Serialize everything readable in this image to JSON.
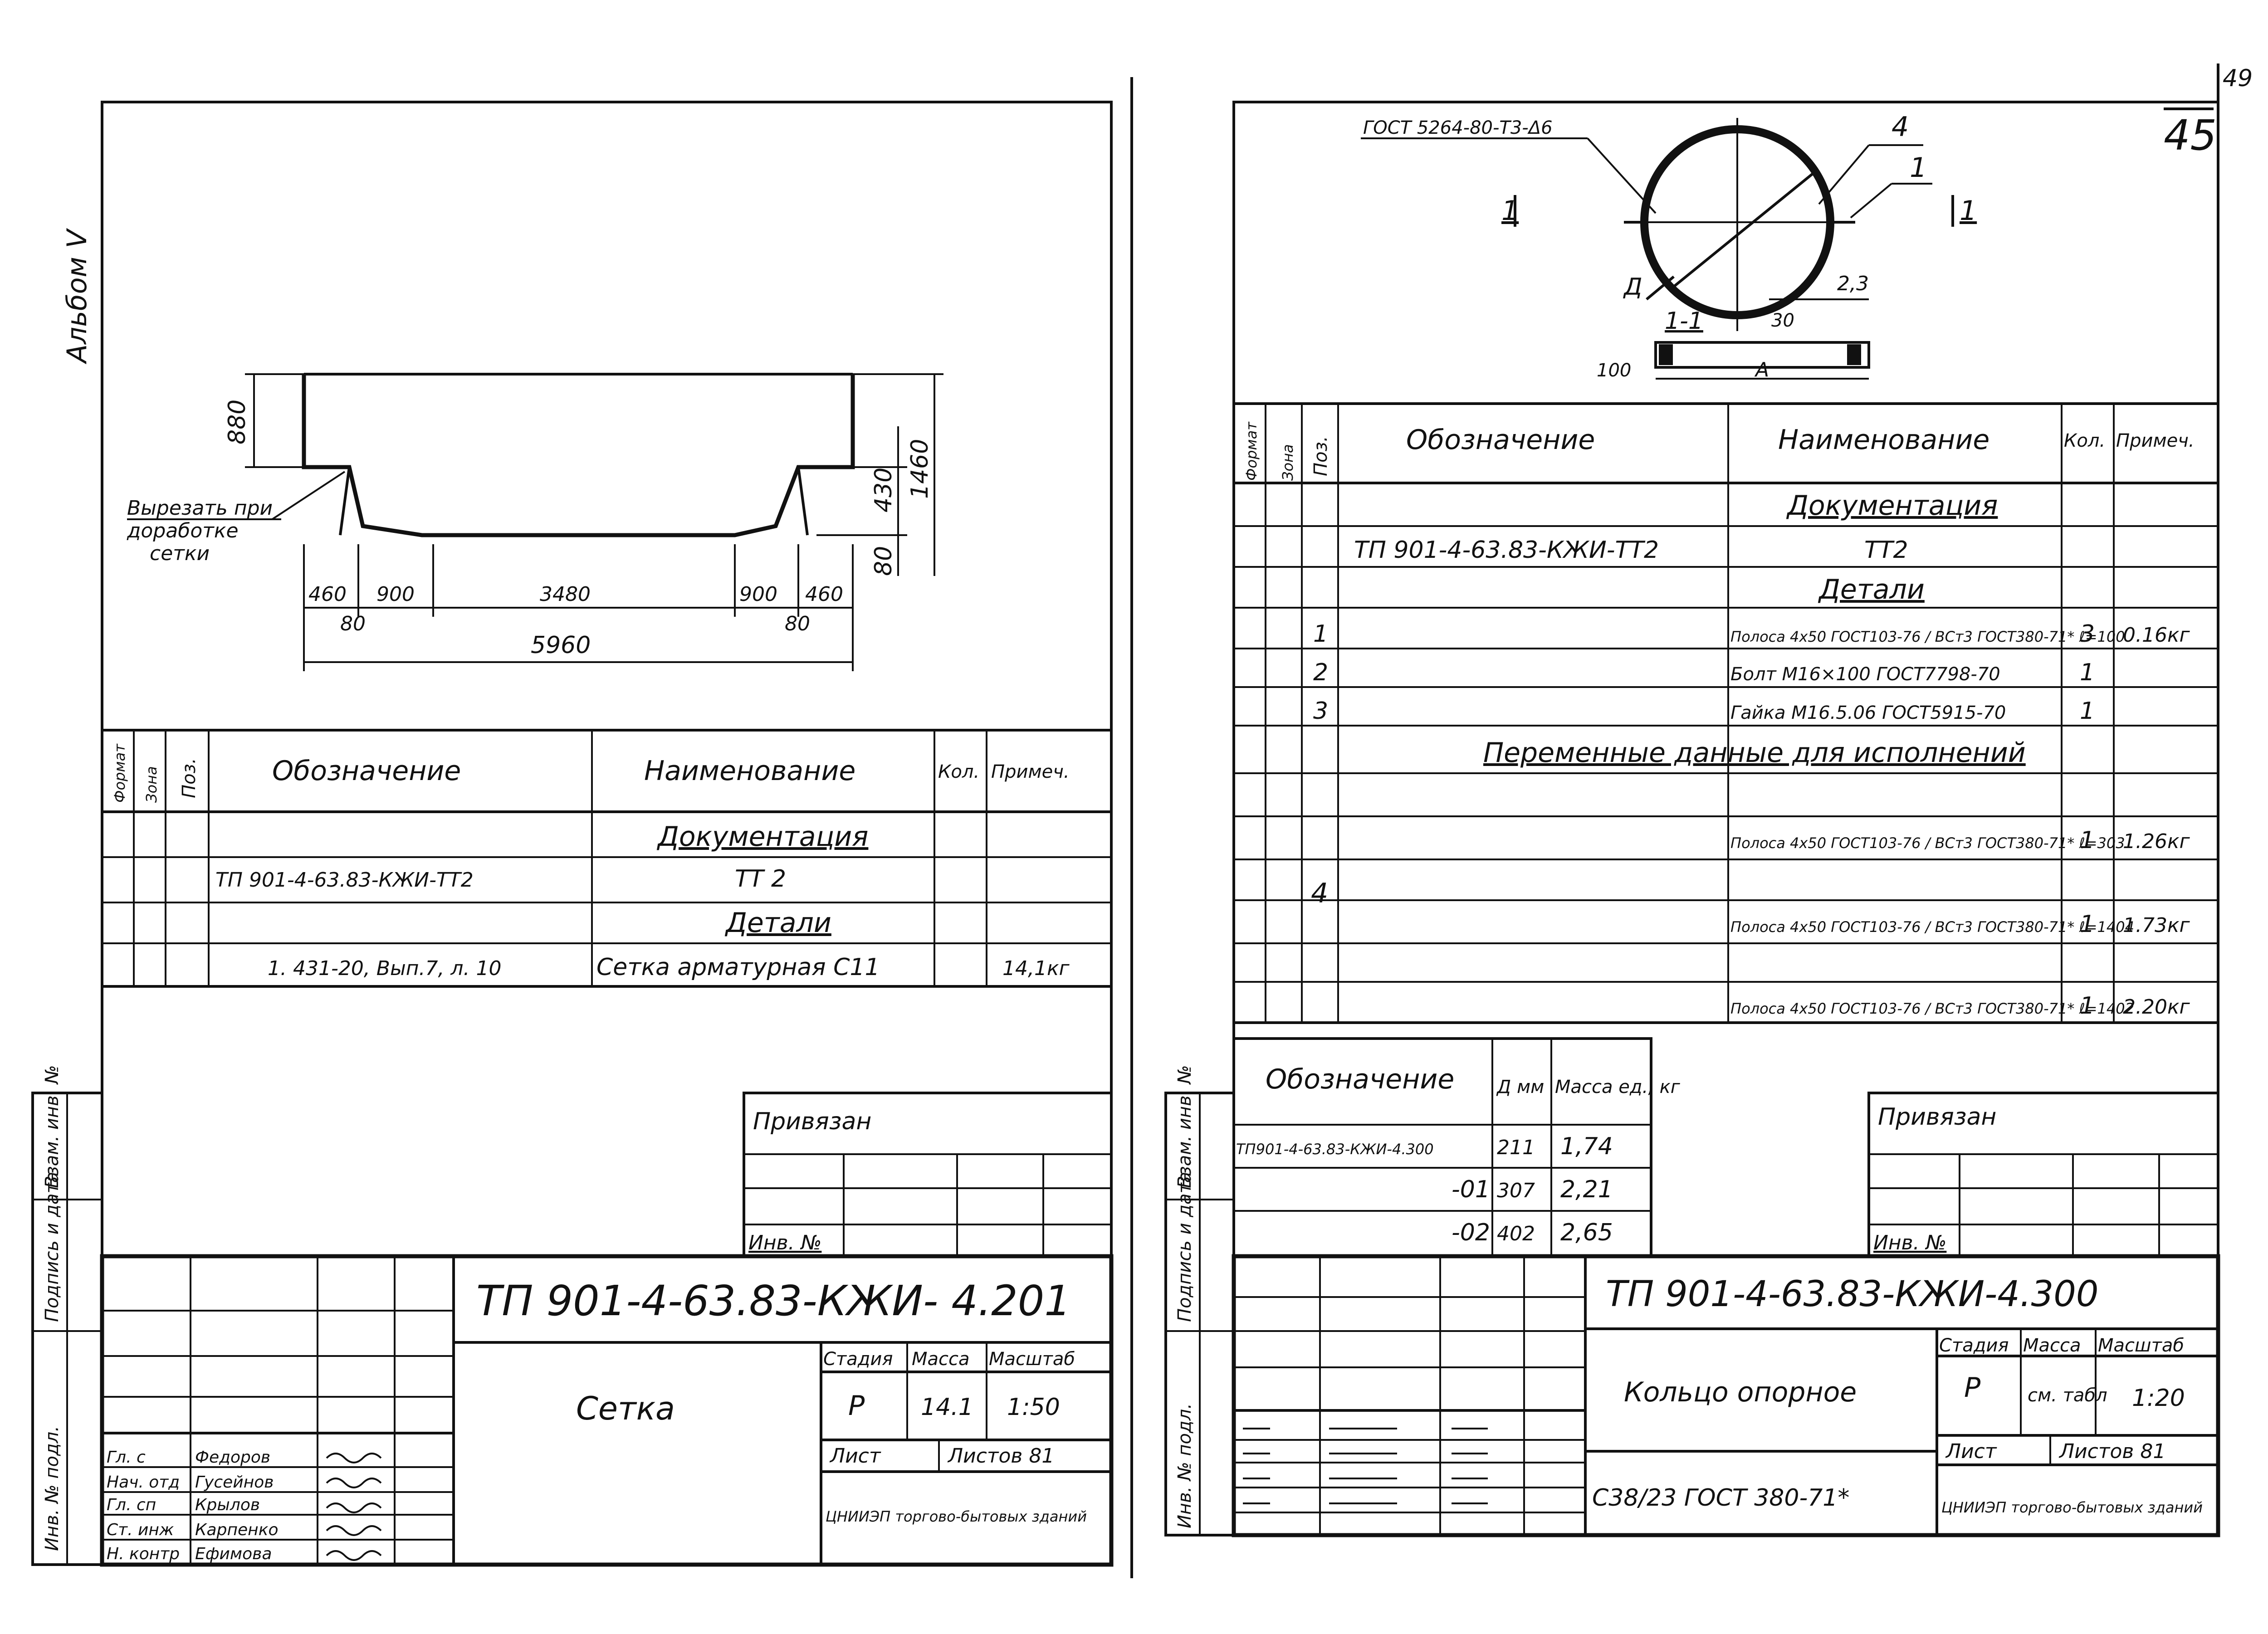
{
  "album_label": "Альбом V",
  "page_number": "45",
  "page_number_corner": "49",
  "left_sheet": {
    "drawing": {
      "note": [
        "Вырезать при",
        "доработке",
        "сетки"
      ],
      "dims": {
        "h_top": "880",
        "h_right_total": "1460",
        "h_right_mid": "430",
        "h_right_low": "80",
        "seg1": "460",
        "seg2": "900",
        "seg3": "3480",
        "seg4": "900",
        "seg5": "460",
        "off_left": "80",
        "off_right": "80",
        "total": "5960"
      }
    },
    "spec": {
      "col_headers": {
        "format": "Формат",
        "zone": "Зона",
        "pos": "Поз.",
        "designation": "Обозначение",
        "name": "Наименование",
        "qty": "Кол.",
        "note": "Примеч."
      },
      "section_docs": "Документация",
      "doc_row": {
        "designation": "ТП 901-4-63.83-КЖИ-ТТ2",
        "name": "ТТ 2"
      },
      "section_parts": "Детали",
      "part_row": {
        "designation": "1. 431-20, Вып.7, л. 10",
        "name": "Сетка арматурная С11",
        "note": "14,1кг"
      }
    },
    "privyazan": "Привязан",
    "inv_no": "Инв. №",
    "side_labels": [
      "Взам. инв. №",
      "Подпись и дата",
      "Инв. № подл."
    ],
    "title_block": {
      "doc_number": "ТП 901-4-63.83-КЖИ- 4.201",
      "name": "Сетка",
      "stage_label": "Стадия",
      "mass_label": "Масса",
      "scale_label": "Масштаб",
      "stage": "Р",
      "mass": "14.1",
      "scale": "1:50",
      "sheet_label": "Лист",
      "sheets_label": "Листов 81",
      "org": "ЦНИИЭП торгово-бытовых зданий",
      "signatures": [
        {
          "role": "Гл. с",
          "name": "Федоров"
        },
        {
          "role": "Нач. отд",
          "name": "Гусейнов"
        },
        {
          "role": "Гл. сп",
          "name": "Крылов"
        },
        {
          "role": "Ст. инж",
          "name": "Карпенко"
        },
        {
          "role": "Н. контр",
          "name": "Ефимова"
        }
      ]
    }
  },
  "right_sheet": {
    "drawing": {
      "gost_label": "ГОСТ 5264-80-Т3-Δ6",
      "pos_4": "4",
      "pos_1": "1",
      "pos_23": "2,3",
      "d_label": "Д",
      "gap": "30",
      "section_mark": "1-1",
      "section_left": "1",
      "section_right": "1",
      "dim_100": "100",
      "dim_a": "А"
    },
    "spec": {
      "col_headers": {
        "format": "Формат",
        "zone": "Зона",
        "pos": "Поз.",
        "designation": "Обозначение",
        "name": "Наименование",
        "qty": "Кол.",
        "note": "Примеч."
      },
      "section_docs": "Документация",
      "doc_row": {
        "designation": "ТП 901-4-63.83-КЖИ-ТТ2",
        "name": "ТТ2"
      },
      "section_parts": "Детали",
      "parts": [
        {
          "pos": "1",
          "name": "Полоса 4х50 ГОСТ103-76 / ВСт3 ГОСТ380-71*  ℓ=100",
          "qty": "3",
          "note": "0.16кг"
        },
        {
          "pos": "2",
          "name": "Болт М16×100 ГОСТ7798-70",
          "qty": "1",
          "note": ""
        },
        {
          "pos": "3",
          "name": "Гайка М16.5.06 ГОСТ5915-70",
          "qty": "1",
          "note": ""
        }
      ],
      "section_variable": "Переменные данные для исполнений",
      "variable_pos": "4",
      "variable_parts": [
        {
          "name": "Полоса 4х50 ГОСТ103-76 / ВСт3 ГОСТ380-71*  ℓ=303",
          "qty": "1",
          "note": "1.26кг"
        },
        {
          "name": "Полоса 4х50 ГОСТ103-76 / ВСт3 ГОСТ380-71*  ℓ=1404",
          "qty": "1",
          "note": "1.73кг"
        },
        {
          "name": "Полоса 4х50 ГОСТ103-76 / ВСт3 ГОСТ380-71*  ℓ=1402",
          "qty": "1",
          "note": "2.20кг"
        }
      ]
    },
    "variants": {
      "headers": {
        "designation": "Обозначение",
        "d": "Д мм",
        "mass": "Масса ед., кг"
      },
      "rows": [
        {
          "designation": "ТП901-4-63.83-КЖИ-4.300",
          "d": "211",
          "mass": "1,74"
        },
        {
          "designation": "-01",
          "d": "307",
          "mass": "2,21"
        },
        {
          "designation": "-02",
          "d": "402",
          "mass": "2,65"
        }
      ]
    },
    "privyazan": "Привязан",
    "inv_no": "Инв. №",
    "side_labels": [
      "Взам. инв. №",
      "Подпись и дата",
      "Инв. № подл."
    ],
    "title_block": {
      "doc_number": "ТП 901-4-63.83-КЖИ-4.300",
      "name": "Кольцо опорное",
      "material": "С38/23 ГОСТ 380-71*",
      "stage_label": "Стадия",
      "mass_label": "Масса",
      "scale_label": "Масштаб",
      "stage": "Р",
      "mass": "см. табл",
      "scale": "1:20",
      "sheet_label": "Лист",
      "sheets_label": "Листов 81",
      "org": "ЦНИИЭП торгово-бытовых зданий"
    }
  }
}
